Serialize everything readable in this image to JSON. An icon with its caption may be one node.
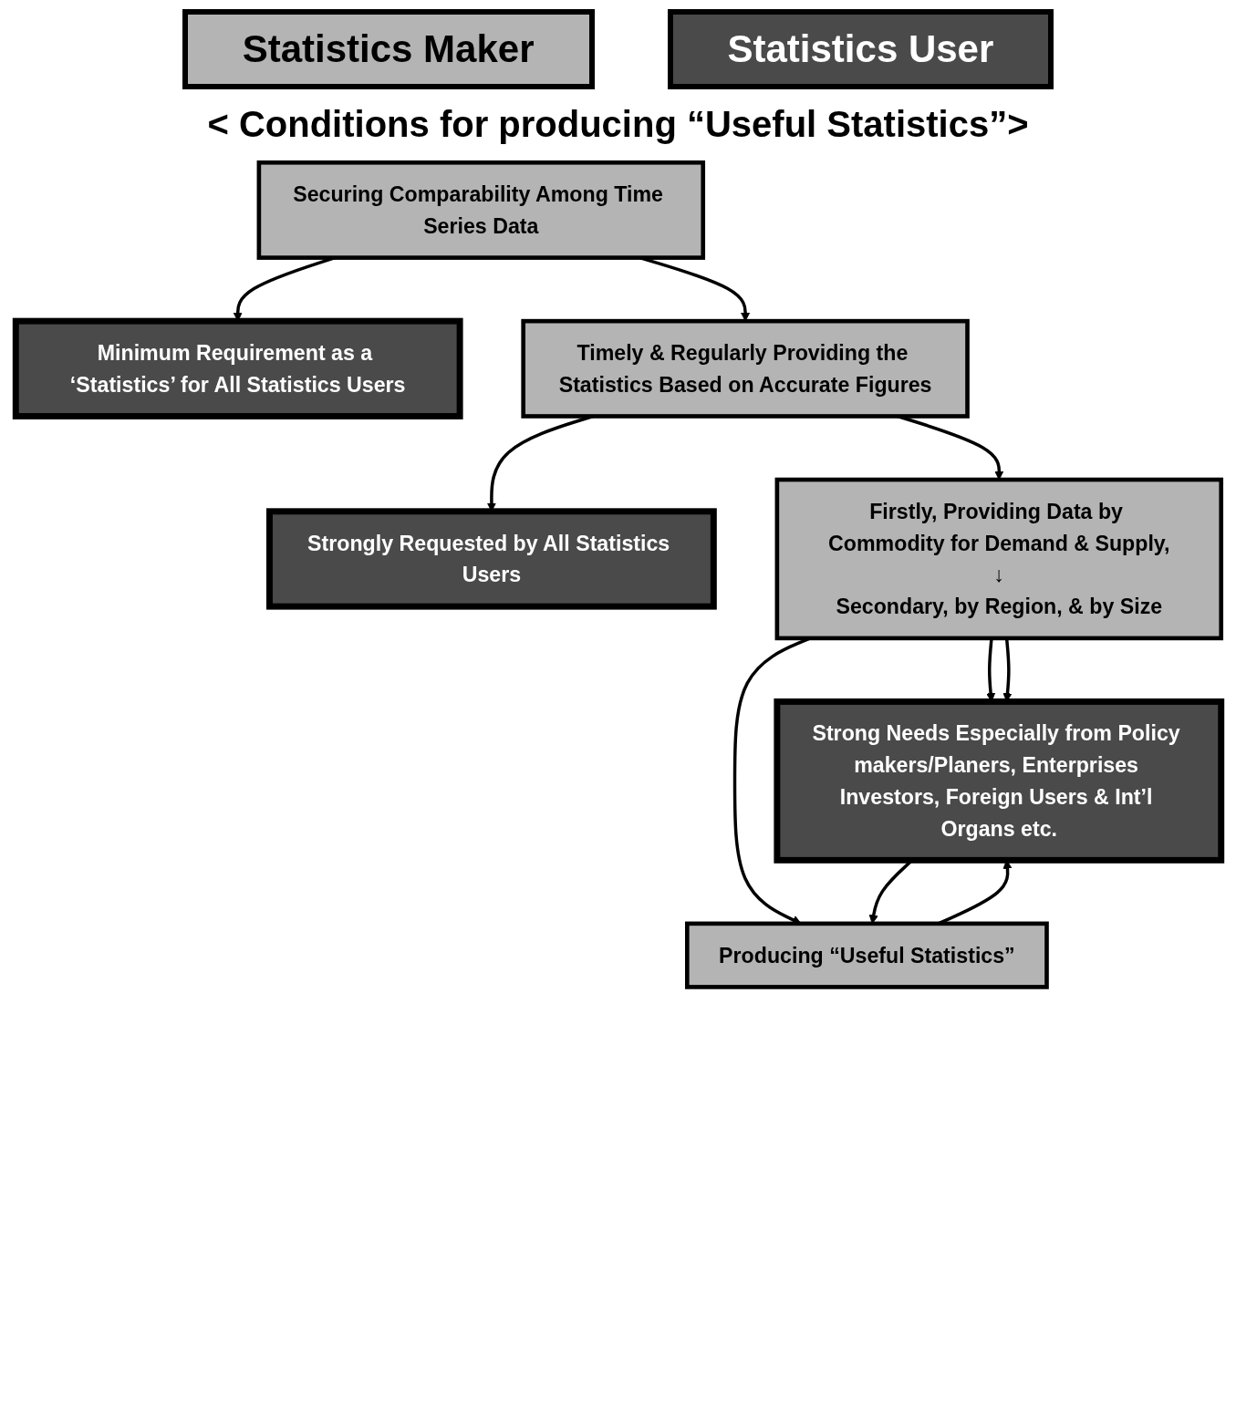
{
  "diagram": {
    "title": "< Conditions for producing “Useful Statistics”>",
    "nodes": [
      {
        "text": [
          "Securing Comparability Among Time Series Data"
        ]
      },
      {
        "text": [
          "Minimum Requirement as a ‘Statistics’ for All Statistics Users"
        ]
      },
      {
        "text": [
          "Timely & Regularly Providing the Statistics Based on Accurate Figures"
        ]
      },
      {
        "text": [
          "Strongly Requested by All Statistics Users"
        ]
      },
      {
        "text": [
          "Firstly, Providing Data by Commodity for Demand & Supply,",
          "↓",
          "Secondary, by Region, & by Size"
        ]
      },
      {
        "text": [
          "Strong Needs Especially from Policy makers/Planers, Enterprises Investors, Foreign Users & Int’l Organs etc."
        ]
      },
      {
        "text": [
          "Producing “Useful Statistics”"
        ]
      }
    ],
    "edges": [
      {
        "from": 0,
        "to": 1,
        "arrow": "to"
      },
      {
        "from": 0,
        "to": 2,
        "arrow": "to"
      },
      {
        "from": 2,
        "to": 3,
        "arrow": "to"
      },
      {
        "from": 2,
        "to": 4,
        "arrow": "to"
      },
      {
        "from": 4,
        "to": 5,
        "arrow": "to"
      },
      {
        "from": 4,
        "to": 5,
        "arrow": "to"
      },
      {
        "from": 4,
        "to": 6,
        "arrow": "to"
      },
      {
        "from": 6,
        "to": 5,
        "arrow": "to"
      },
      {
        "from": 5,
        "to": 6,
        "arrow": "to"
      }
    ],
    "legend": [
      {
        "text": "Statistics Maker",
        "color": "#b4b4b4"
      },
      {
        "text": "Statistics User",
        "color": "#4a4a4a"
      }
    ]
  }
}
